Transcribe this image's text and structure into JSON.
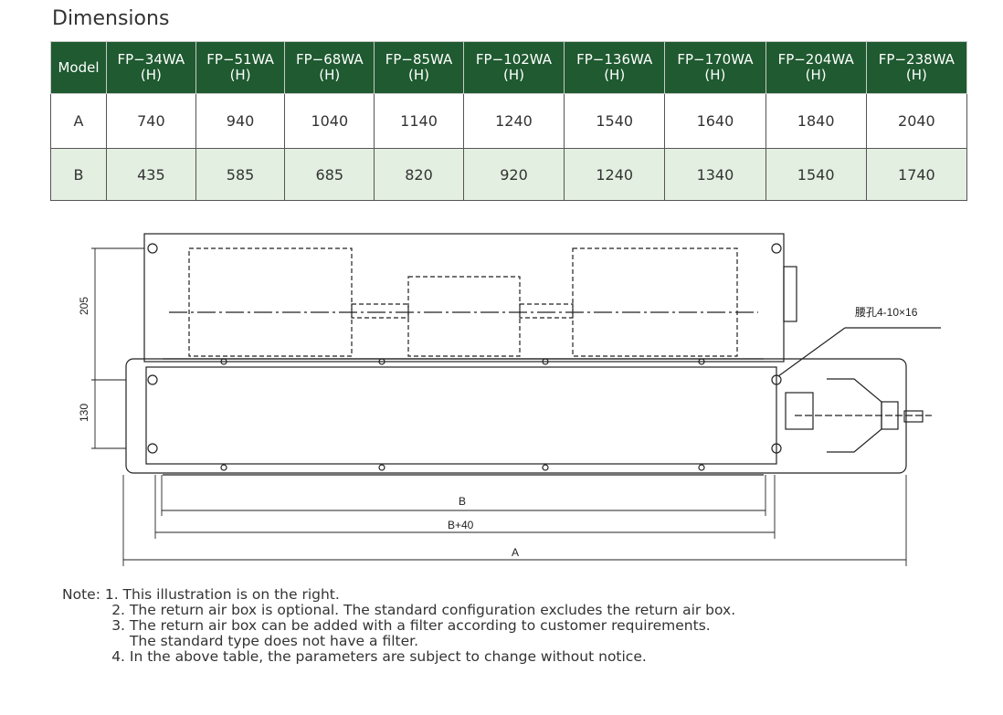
{
  "title": "Dimensions",
  "table": {
    "corner": "Model",
    "models": [
      {
        "name": "FP−34WA",
        "sub": "(H)"
      },
      {
        "name": "FP−51WA",
        "sub": "(H)"
      },
      {
        "name": "FP−68WA",
        "sub": "(H)"
      },
      {
        "name": "FP−85WA",
        "sub": "(H)"
      },
      {
        "name": "FP−102WA",
        "sub": "(H)"
      },
      {
        "name": "FP−136WA",
        "sub": "(H)"
      },
      {
        "name": "FP−170WA",
        "sub": "(H)"
      },
      {
        "name": "FP−204WA",
        "sub": "(H)"
      },
      {
        "name": "FP−238WA",
        "sub": "(H)"
      }
    ],
    "rows": [
      {
        "label": "A",
        "values": [
          "740",
          "940",
          "1040",
          "1140",
          "1240",
          "1540",
          "1640",
          "1840",
          "2040"
        ]
      },
      {
        "label": "B",
        "values": [
          "435",
          "585",
          "685",
          "820",
          "920",
          "1240",
          "1340",
          "1540",
          "1740"
        ]
      }
    ]
  },
  "drawing": {
    "dim_205": "205",
    "dim_130": "130",
    "dim_b": "B",
    "dim_b40": "B+40",
    "dim_a": "A",
    "hole_label": "腰孔4-10×16"
  },
  "notes": [
    "Note: 1. This illustration is on the right.",
    "           2. The return air box is optional. The standard configuration excludes the return air box.",
    "           3. The return air box can be added with a filter according to customer requirements.",
    "               The standard type does not have a filter.",
    "           4. In the above table, the parameters are subject to change without notice."
  ]
}
